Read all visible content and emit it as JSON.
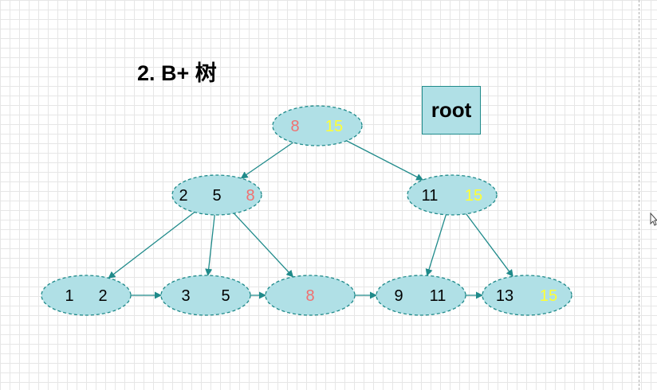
{
  "title": "2. B+ 树",
  "root_label": "root",
  "colors": {
    "node_fill": "#b0e0e6",
    "node_stroke": "#1f8a8a",
    "arrow": "#1f8a8a",
    "key_default": "#000000",
    "key_red": "#f07070",
    "key_yellow": "#ffff33"
  },
  "nodes": [
    {
      "id": "root-node",
      "keys": [
        {
          "text": "8",
          "color": "red"
        },
        {
          "text": "15",
          "color": "yellow"
        }
      ]
    },
    {
      "id": "internal-left",
      "keys": [
        {
          "text": "2",
          "color": "black"
        },
        {
          "text": "5",
          "color": "black"
        },
        {
          "text": "8",
          "color": "red"
        }
      ]
    },
    {
      "id": "internal-right",
      "keys": [
        {
          "text": "11",
          "color": "black"
        },
        {
          "text": "15",
          "color": "yellow"
        }
      ]
    },
    {
      "id": "leaf-1",
      "keys": [
        {
          "text": "1",
          "color": "black"
        },
        {
          "text": "2",
          "color": "black"
        }
      ]
    },
    {
      "id": "leaf-2",
      "keys": [
        {
          "text": "3",
          "color": "black"
        },
        {
          "text": "5",
          "color": "black"
        }
      ]
    },
    {
      "id": "leaf-3",
      "keys": [
        {
          "text": "8",
          "color": "red"
        }
      ]
    },
    {
      "id": "leaf-4",
      "keys": [
        {
          "text": "9",
          "color": "black"
        },
        {
          "text": "11",
          "color": "black"
        }
      ]
    },
    {
      "id": "leaf-5",
      "keys": [
        {
          "text": "13",
          "color": "black"
        },
        {
          "text": "15",
          "color": "yellow"
        }
      ]
    }
  ],
  "edges": [
    {
      "from": "root-node",
      "to": "internal-left",
      "kind": "child"
    },
    {
      "from": "root-node",
      "to": "internal-right",
      "kind": "child"
    },
    {
      "from": "internal-left",
      "to": "leaf-1",
      "kind": "child"
    },
    {
      "from": "internal-left",
      "to": "leaf-2",
      "kind": "child"
    },
    {
      "from": "internal-left",
      "to": "leaf-3",
      "kind": "child"
    },
    {
      "from": "internal-right",
      "to": "leaf-4",
      "kind": "child"
    },
    {
      "from": "internal-right",
      "to": "leaf-5",
      "kind": "child"
    },
    {
      "from": "leaf-1",
      "to": "leaf-2",
      "kind": "sibling"
    },
    {
      "from": "leaf-2",
      "to": "leaf-3",
      "kind": "sibling"
    },
    {
      "from": "leaf-3",
      "to": "leaf-4",
      "kind": "sibling"
    },
    {
      "from": "leaf-4",
      "to": "leaf-5",
      "kind": "sibling"
    }
  ]
}
